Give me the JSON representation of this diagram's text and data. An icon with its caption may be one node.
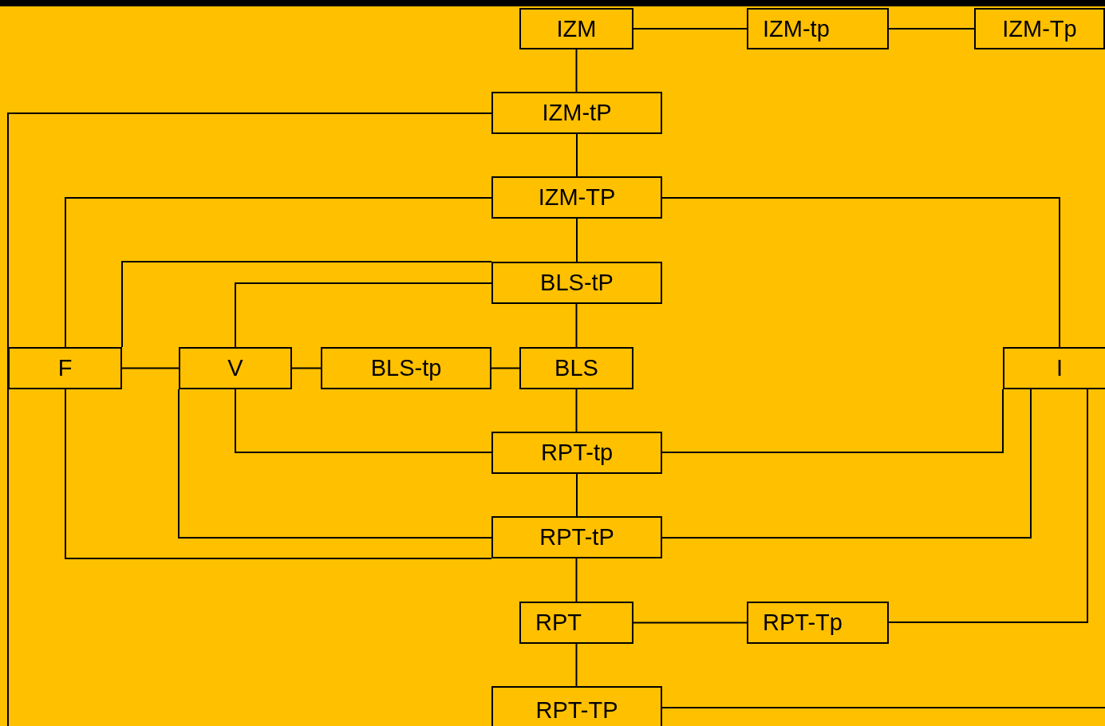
{
  "diagram": {
    "nodes": [
      {
        "text": [
          "IZM"
        ]
      },
      {
        "text": [
          "IZM-tp"
        ]
      },
      {
        "text": [
          "IZM-Tp"
        ]
      },
      {
        "text": [
          "IZM-tP"
        ]
      },
      {
        "text": [
          "IZM-TP"
        ]
      },
      {
        "text": [
          "BLS-tP"
        ]
      },
      {
        "text": [
          "F"
        ]
      },
      {
        "text": [
          "V"
        ]
      },
      {
        "text": [
          "BLS-tp"
        ]
      },
      {
        "text": [
          "BLS"
        ]
      },
      {
        "text": [
          "I"
        ]
      },
      {
        "text": [
          "RPT-tp"
        ]
      },
      {
        "text": [
          "RPT-tP"
        ]
      },
      {
        "text": [
          "RPT"
        ]
      },
      {
        "text": [
          "RPT-Tp"
        ]
      },
      {
        "text": [
          "RPT-TP"
        ]
      }
    ],
    "edges": [
      {
        "from": 0,
        "to": 1,
        "arrow": "none"
      },
      {
        "from": 1,
        "to": 2,
        "arrow": "none"
      },
      {
        "from": 0,
        "to": 3,
        "arrow": "none"
      },
      {
        "from": 3,
        "to": 4,
        "arrow": "none"
      },
      {
        "from": 4,
        "to": 5,
        "arrow": "none"
      },
      {
        "from": 5,
        "to": 9,
        "arrow": "none"
      },
      {
        "from": 9,
        "to": 11,
        "arrow": "none"
      },
      {
        "from": 11,
        "to": 12,
        "arrow": "none"
      },
      {
        "from": 12,
        "to": 13,
        "arrow": "none"
      },
      {
        "from": 13,
        "to": 15,
        "arrow": "none"
      },
      {
        "from": 13,
        "to": 14,
        "arrow": "none"
      },
      {
        "from": 3,
        "to": null,
        "arrow": "none"
      },
      {
        "from": 4,
        "to": 6,
        "arrow": "none"
      },
      {
        "from": 4,
        "to": 10,
        "arrow": "none"
      },
      {
        "from": 5,
        "to": 6,
        "arrow": "none"
      },
      {
        "from": 5,
        "to": 7,
        "arrow": "none"
      },
      {
        "from": 6,
        "to": 7,
        "arrow": "none"
      },
      {
        "from": 7,
        "to": 8,
        "arrow": "none"
      },
      {
        "from": 8,
        "to": 9,
        "arrow": "none"
      },
      {
        "from": 7,
        "to": 11,
        "arrow": "none"
      },
      {
        "from": 11,
        "to": 10,
        "arrow": "none"
      },
      {
        "from": 7,
        "to": 12,
        "arrow": "none"
      },
      {
        "from": 6,
        "to": 12,
        "arrow": "none"
      },
      {
        "from": 12,
        "to": 10,
        "arrow": "none"
      },
      {
        "from": 10,
        "to": 14,
        "arrow": "none"
      },
      {
        "from": 15,
        "to": null,
        "arrow": "none"
      }
    ]
  }
}
